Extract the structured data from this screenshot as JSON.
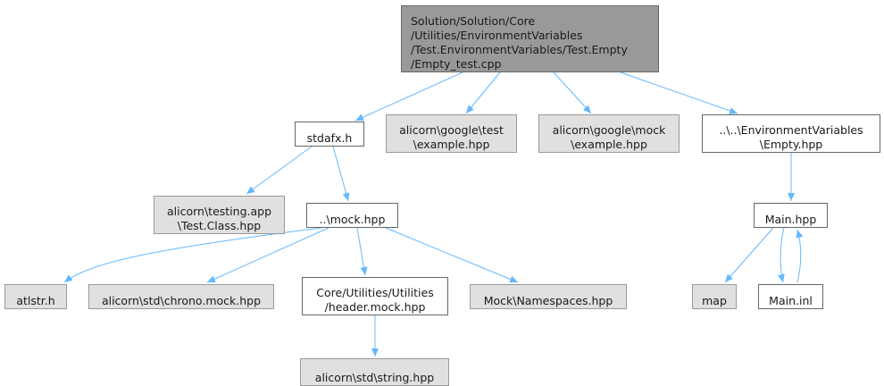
{
  "graph": {
    "edge_color": "#63b8ff",
    "nodes": [
      {
        "id": "root",
        "style": "root",
        "lines": [
          "Solution/Solution/Core",
          "/Utilities/EnvironmentVariables",
          "/Test.EnvironmentVariables/Test.Empty",
          "/Empty_test.cpp"
        ]
      },
      {
        "id": "stdafx",
        "style": "normal",
        "lines": [
          "stdafx.h"
        ]
      },
      {
        "id": "gtest",
        "style": "grey",
        "lines": [
          "alicorn\\google\\test",
          "\\example.hpp"
        ]
      },
      {
        "id": "gmock",
        "style": "grey",
        "lines": [
          "alicorn\\google\\mock",
          "\\example.hpp"
        ]
      },
      {
        "id": "empty",
        "style": "normal",
        "lines": [
          "..\\..\\EnvironmentVariables",
          "\\Empty.hpp"
        ]
      },
      {
        "id": "testingapp",
        "style": "grey",
        "lines": [
          "alicorn\\testing.app",
          "\\Test.Class.hpp"
        ]
      },
      {
        "id": "mock",
        "style": "normal",
        "lines": [
          "..\\mock.hpp"
        ]
      },
      {
        "id": "mainhpp",
        "style": "normal",
        "lines": [
          "Main.hpp"
        ]
      },
      {
        "id": "atlstr",
        "style": "grey",
        "lines": [
          "atlstr.h"
        ]
      },
      {
        "id": "chrono",
        "style": "grey",
        "lines": [
          "alicorn\\std\\chrono.mock.hpp"
        ]
      },
      {
        "id": "header",
        "style": "normal",
        "lines": [
          "Core/Utilities/Utilities",
          "/header.mock.hpp"
        ]
      },
      {
        "id": "namespaces",
        "style": "grey",
        "lines": [
          "Mock\\Namespaces.hpp"
        ]
      },
      {
        "id": "map",
        "style": "grey",
        "lines": [
          "map"
        ]
      },
      {
        "id": "maininl",
        "style": "normal",
        "lines": [
          "Main.inl"
        ]
      },
      {
        "id": "string",
        "style": "grey",
        "lines": [
          "alicorn\\std\\string.hpp"
        ]
      }
    ],
    "edges": [
      {
        "from": "root",
        "to": "stdafx"
      },
      {
        "from": "root",
        "to": "gtest"
      },
      {
        "from": "root",
        "to": "gmock"
      },
      {
        "from": "root",
        "to": "empty"
      },
      {
        "from": "stdafx",
        "to": "testingapp"
      },
      {
        "from": "stdafx",
        "to": "mock"
      },
      {
        "from": "empty",
        "to": "mainhpp"
      },
      {
        "from": "mock",
        "to": "atlstr"
      },
      {
        "from": "mock",
        "to": "chrono"
      },
      {
        "from": "mock",
        "to": "header"
      },
      {
        "from": "mock",
        "to": "namespaces"
      },
      {
        "from": "mainhpp",
        "to": "map"
      },
      {
        "from": "mainhpp",
        "to": "maininl"
      },
      {
        "from": "maininl",
        "to": "mainhpp"
      },
      {
        "from": "header",
        "to": "string"
      }
    ]
  }
}
